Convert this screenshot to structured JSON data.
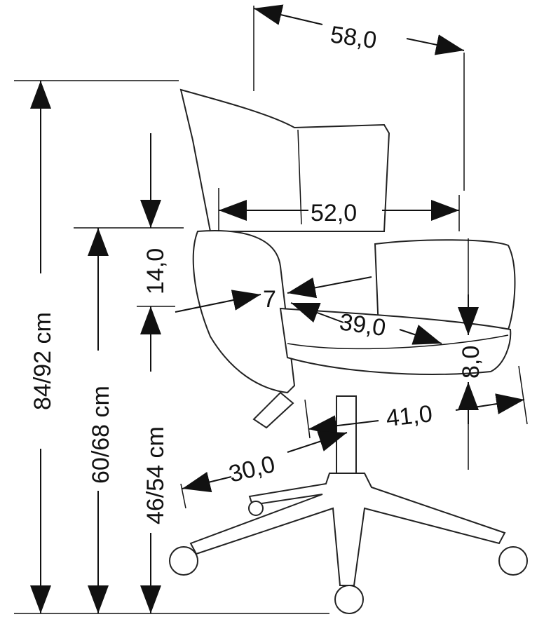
{
  "dimensions": {
    "overall_depth": "58,0",
    "seat_width": "52,0",
    "total_height": "84/92 cm",
    "armrest_height": "60/68 cm",
    "armrest_above_seat": "14,0",
    "seat_height": "46/54 cm",
    "armrest_width": "7",
    "seat_depth": "39,0",
    "seat_thickness": "8,0",
    "seat_depth_lower": "41,0",
    "base_radius": "30,0"
  }
}
